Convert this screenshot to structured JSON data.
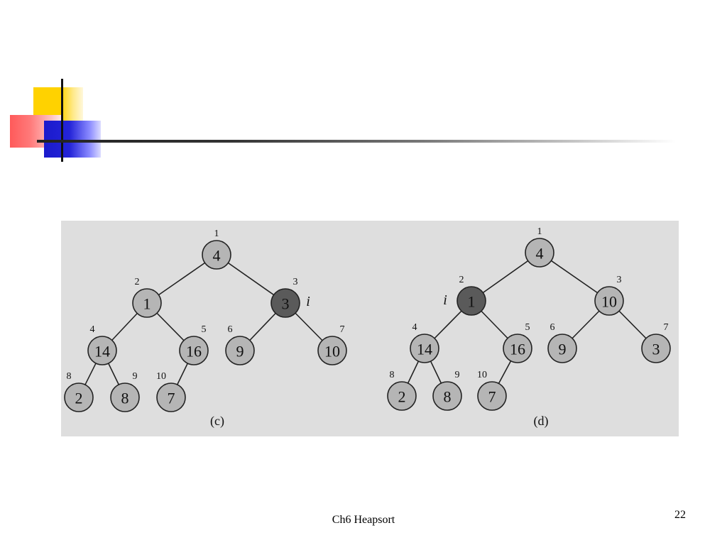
{
  "footer": {
    "title": "Ch6 Heapsort",
    "slide_number": "22"
  },
  "colors": {
    "node_fill": "#b5b5b5",
    "highlight_fill": "#5a5a5a",
    "panel_background": "#dedede"
  },
  "figures": [
    {
      "caption": "(c)",
      "marker_label": "i",
      "marked_index": 3,
      "nodes": [
        {
          "index": "1",
          "key": "4"
        },
        {
          "index": "2",
          "key": "1"
        },
        {
          "index": "3",
          "key": "3"
        },
        {
          "index": "4",
          "key": "14"
        },
        {
          "index": "5",
          "key": "16"
        },
        {
          "index": "6",
          "key": "9"
        },
        {
          "index": "7",
          "key": "10"
        },
        {
          "index": "8",
          "key": "2"
        },
        {
          "index": "9",
          "key": "8"
        },
        {
          "index": "10",
          "key": "7"
        }
      ]
    },
    {
      "caption": "(d)",
      "marker_label": "i",
      "marked_index": 2,
      "nodes": [
        {
          "index": "1",
          "key": "4"
        },
        {
          "index": "2",
          "key": "1"
        },
        {
          "index": "3",
          "key": "10"
        },
        {
          "index": "4",
          "key": "14"
        },
        {
          "index": "5",
          "key": "16"
        },
        {
          "index": "6",
          "key": "9"
        },
        {
          "index": "7",
          "key": "3"
        },
        {
          "index": "8",
          "key": "2"
        },
        {
          "index": "9",
          "key": "8"
        },
        {
          "index": "10",
          "key": "7"
        }
      ]
    }
  ]
}
